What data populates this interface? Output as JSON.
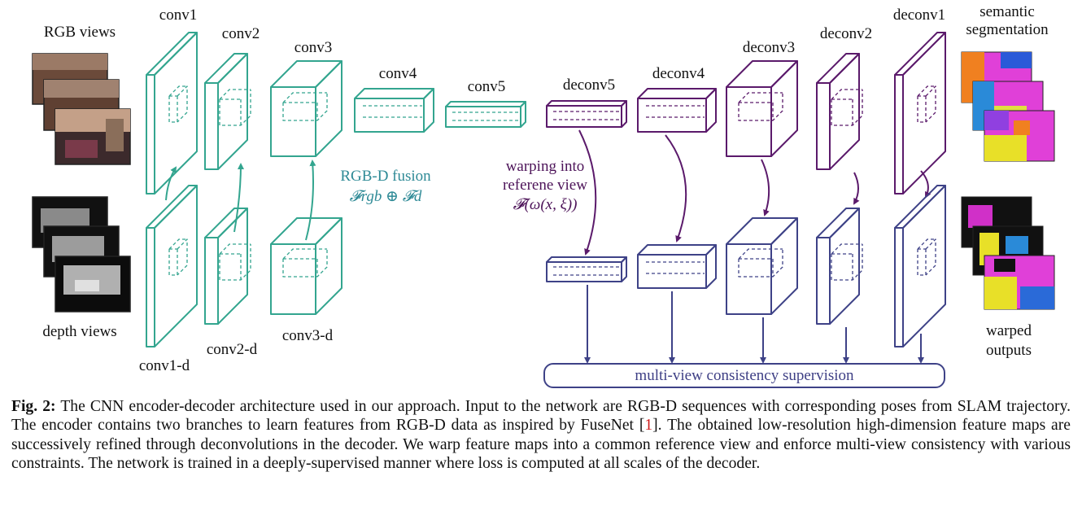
{
  "figure": {
    "labels": {
      "rgb_views": "RGB views",
      "depth_views": "depth views",
      "conv1": "conv1",
      "conv2": "conv2",
      "conv3": "conv3",
      "conv4": "conv4",
      "conv5": "conv5",
      "conv1_d": "conv1-d",
      "conv2_d": "conv2-d",
      "conv3_d": "conv3-d",
      "deconv1": "deconv1",
      "deconv2": "deconv2",
      "deconv3": "deconv3",
      "deconv4": "deconv4",
      "deconv5": "deconv5",
      "semantic_line1": "semantic",
      "semantic_line2": "segmentation",
      "warped_line1": "warped",
      "warped_line2": "outputs",
      "fusion_title": "RGB-D fusion",
      "fusion_formula": "𝓕rgb ⊕ 𝓕d",
      "warp_line1": "warping into",
      "warp_line2": "referene view",
      "warp_formula": "𝓕(ω(x, ξ))",
      "supervision": "multi-view consistency supervision"
    },
    "colors": {
      "encoder": "#33a58f",
      "decoder_top": "#5b1a6b",
      "decoder_bottom": "#3e4287",
      "fusion_text": "#2e8a96"
    }
  },
  "caption": {
    "label": "Fig. 2:",
    "text_before_ref": " The CNN encoder-decoder architecture used in our approach. Input to the network are RGB-D sequences with corresponding poses from SLAM trajectory. The encoder contains two branches to learn features from RGB-D data as inspired by FuseNet [",
    "ref": "1",
    "text_after_ref": "]. The obtained low-resolution high-dimension feature maps are successively refined through deconvolutions in the decoder. We warp feature maps into a common reference view and enforce multi-view consistency with various constraints. The network is trained in a deeply-supervised manner where loss is computed at all scales of the decoder."
  }
}
